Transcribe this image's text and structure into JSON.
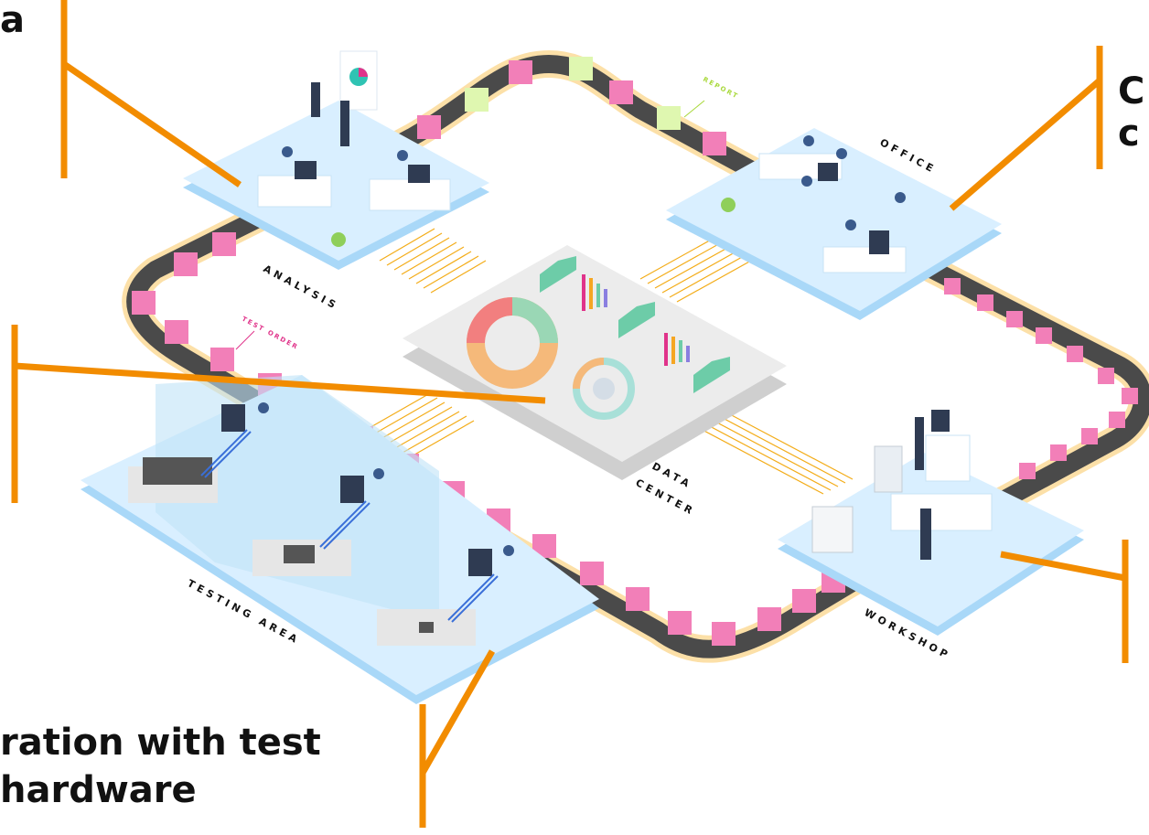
{
  "callouts": {
    "top_left": "a",
    "top_right_line1": "C",
    "top_right_line2": "c",
    "bottom_left_line1": "ration with test",
    "bottom_left_line2": "hardware"
  },
  "zones": {
    "analysis": "ANALYSIS",
    "office": "OFFICE",
    "data_center_line1": "DATA",
    "data_center_line2": "CENTER",
    "testing_area": "TESTING AREA",
    "workshop": "WORKSHOP"
  },
  "tags": {
    "report": "REPORT",
    "test_order": "TEST ORDER"
  },
  "colors": {
    "accent_orange": "#f28c00",
    "platform": "#d9efff",
    "platform_edge": "#a9d8f8",
    "belt_dark": "#4a4a4a",
    "belt_rim": "#fce0a8",
    "box_pink": "#f27fb8",
    "box_green": "#dff7b0",
    "report_green": "#a8d83a",
    "test_order_pink": "#e0338a"
  }
}
